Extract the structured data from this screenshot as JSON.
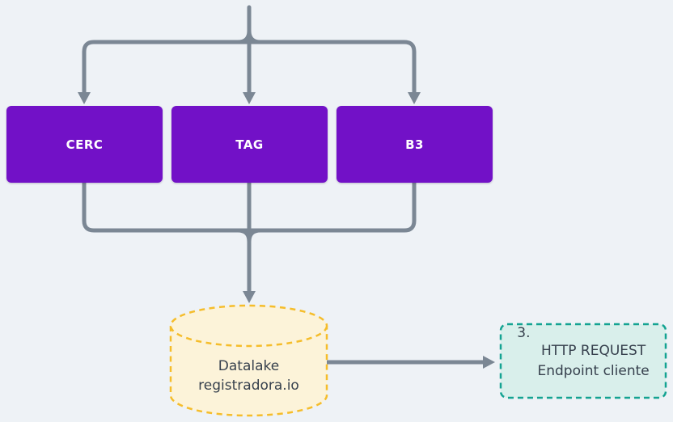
{
  "diagram": {
    "sources": [
      {
        "label": "CERC"
      },
      {
        "label": "TAG"
      },
      {
        "label": "B3"
      }
    ],
    "datalake": {
      "line1": "Datalake",
      "line2": "registradora.io"
    },
    "endpoint": {
      "number": "3.",
      "title": "HTTP REQUEST",
      "subtitle": "Endpoint cliente"
    }
  },
  "colors": {
    "background": "#eef2f6",
    "node_purple": "#7211c7",
    "connector": "#7b8794",
    "datalake_fill": "#fcf3d9",
    "datalake_border": "#f5bd2b",
    "endpoint_fill": "#d9efeb",
    "endpoint_border": "#14a392",
    "text_dark": "#36404d",
    "node_text": "#ffffff"
  }
}
